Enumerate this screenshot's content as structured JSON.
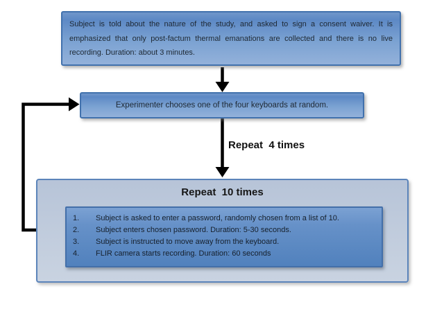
{
  "colors": {
    "step_box_fill_top": "#5d89c5",
    "step_box_fill_bottom": "#93b1da",
    "step_box_border": "#4171ad",
    "loop_container_fill": "#c2cddd",
    "loop_container_border": "#5b84ba",
    "arrow": "#000000",
    "text": "#1e2833"
  },
  "flowchart": {
    "step1": {
      "text": "Subject is told about the nature of the study, and asked to sign a consent waiver. It is emphasized that only post-factum thermal emanations are collected and there is no live recording. Duration: about 3 minutes."
    },
    "step2": {
      "text": "Experimenter chooses one of the four keyboards at random."
    },
    "repeat4_label": "Repeat  4 times",
    "loop_box": {
      "title": "Repeat  10 times",
      "steps": [
        {
          "num": "1.",
          "text": "Subject is asked to enter a password, randomly chosen from a list of 10."
        },
        {
          "num": "2.",
          "text": "Subject enters chosen password. Duration: 5-30 seconds."
        },
        {
          "num": "3.",
          "text": "Subject is instructed to move away from the keyboard."
        },
        {
          "num": "4.",
          "text": "FLIR camera starts recording. Duration: 60 seconds"
        }
      ]
    }
  }
}
